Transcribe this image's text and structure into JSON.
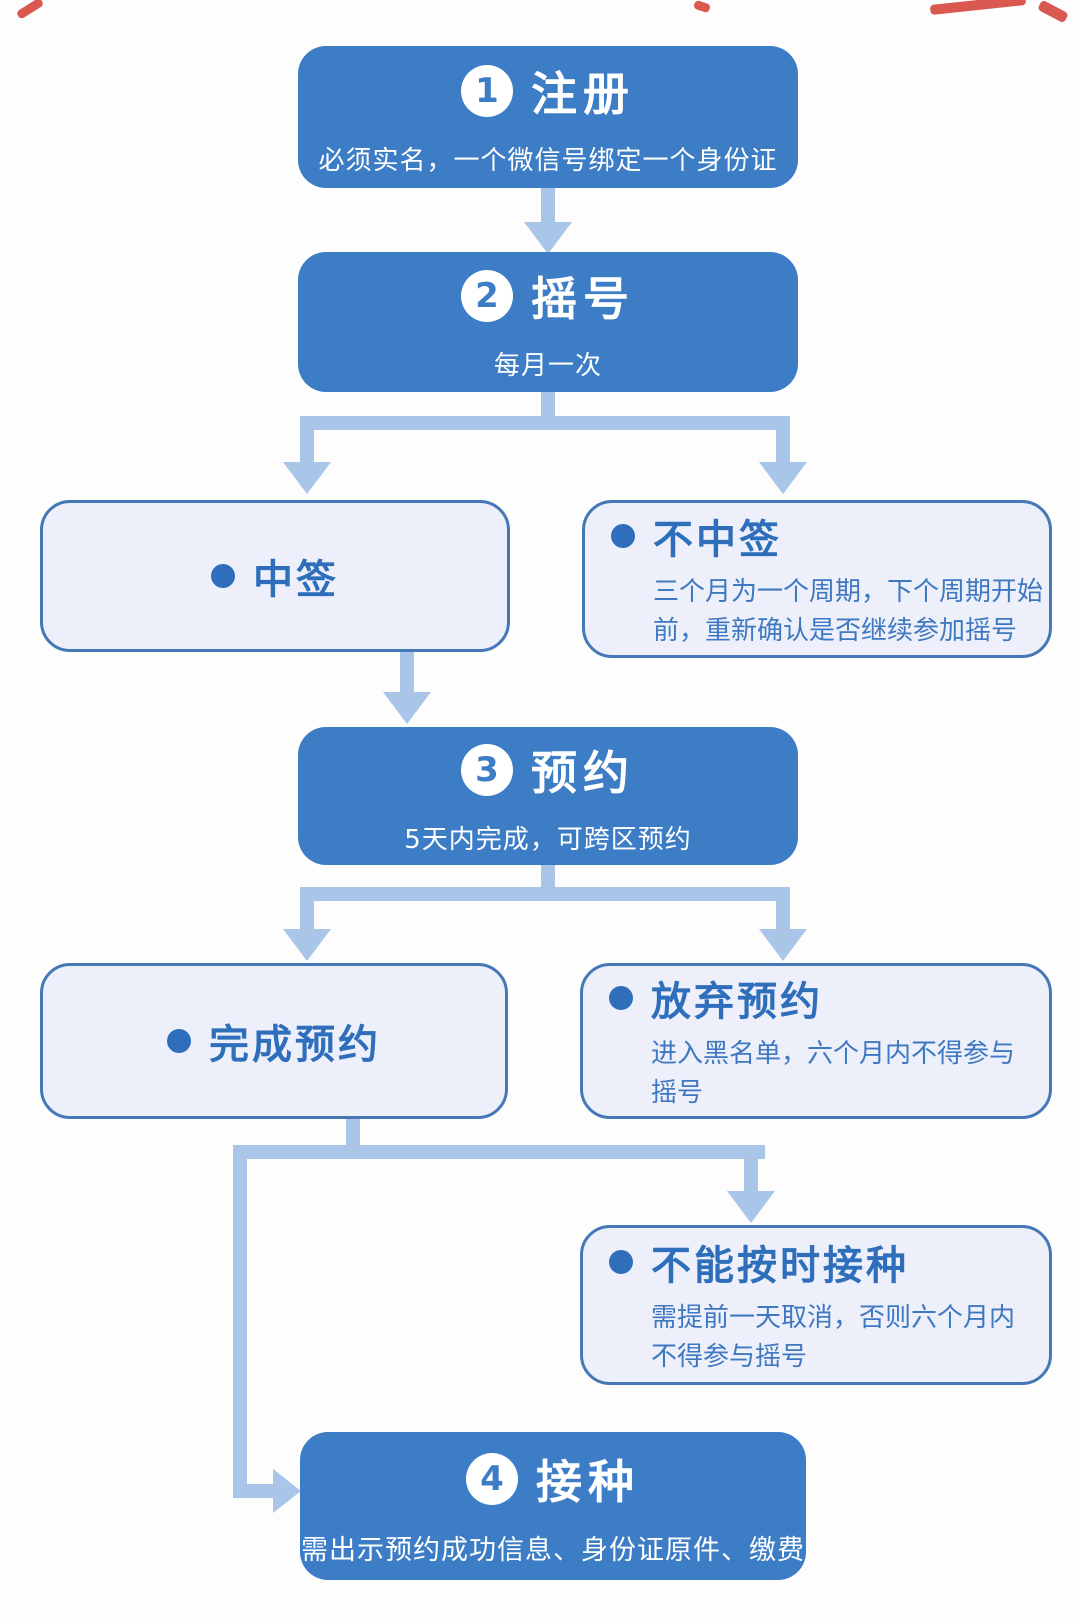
{
  "colors": {
    "primary": "#3d7dc6",
    "light_fill": "#edf0fa",
    "light_border": "#4678b6",
    "title_text": "#2e6eba",
    "desc_text": "#3e78c0",
    "connector": "#a9c6e8"
  },
  "flow": {
    "step1": {
      "number": "1",
      "title": "注册",
      "subtitle": "必须实名，一个微信号绑定一个身份证"
    },
    "step2": {
      "number": "2",
      "title": "摇号",
      "subtitle": "每月一次"
    },
    "win": {
      "title": "中签"
    },
    "lose": {
      "title": "不中签",
      "desc_line1": "三个月为一个周期，下个周期开始",
      "desc_line2": "前，重新确认是否继续参加摇号"
    },
    "step3": {
      "number": "3",
      "title": "预约",
      "subtitle": "5天内完成，可跨区预约"
    },
    "complete": {
      "title": "完成预约"
    },
    "giveup": {
      "title": "放弃预约",
      "desc_line1": "进入黑名单，六个月内不得参与",
      "desc_line2": "摇号"
    },
    "miss": {
      "title": "不能按时接种",
      "desc_line1": "需提前一天取消，否则六个月内",
      "desc_line2": "不得参与摇号"
    },
    "step4": {
      "number": "4",
      "title": "接种",
      "subtitle": "需出示预约成功信息、身份证原件、缴费"
    }
  }
}
